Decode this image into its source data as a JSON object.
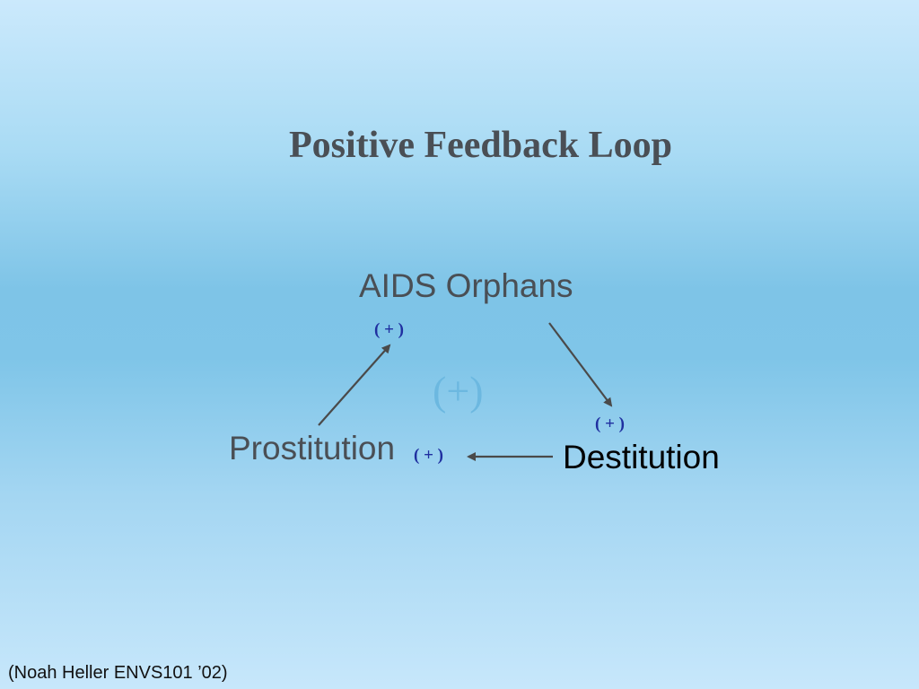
{
  "slide": {
    "title": "Positive Feedback Loop",
    "credit": "(Noah Heller ENVS101 ’02)"
  },
  "diagram": {
    "nodes": [
      {
        "id": "aids-orphans",
        "label": "AIDS Orphans"
      },
      {
        "id": "prostitution",
        "label": "Prostitution"
      },
      {
        "id": "destitution",
        "label": "Destitution"
      }
    ],
    "edges": [
      {
        "from": "aids-orphans",
        "to": "destitution",
        "sign": "( + )"
      },
      {
        "from": "destitution",
        "to": "prostitution",
        "sign": "( + )"
      },
      {
        "from": "prostitution",
        "to": "aids-orphans",
        "sign": "( + )"
      }
    ],
    "loop_polarity": "(+)"
  },
  "colors": {
    "title": "#4a4f55",
    "node_text": "#4a4f55",
    "highlight_node_text": "#000000",
    "sign": "#1f2fa0",
    "arrow": "#4a4a4a",
    "loop_polarity": "#6cb8e0"
  }
}
